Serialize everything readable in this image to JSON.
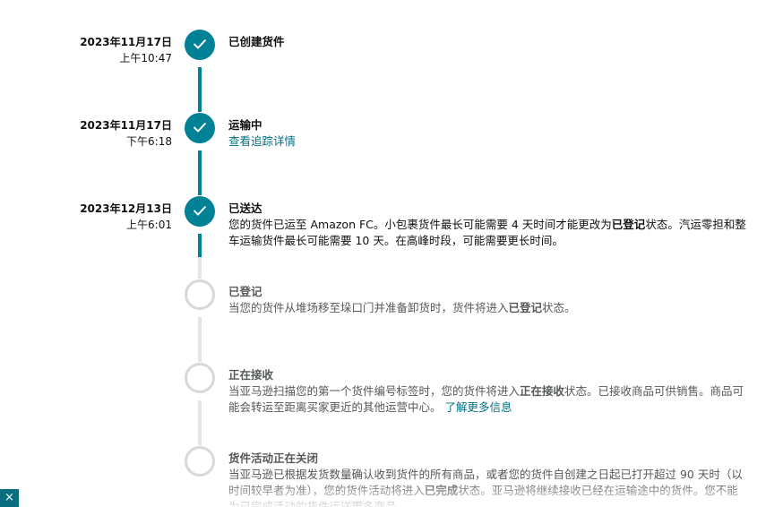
{
  "steps": [
    {
      "date": "2023年11月17日",
      "time": "上午10:47",
      "title": "已创建货件",
      "status": "done"
    },
    {
      "date": "2023年11月17日",
      "time": "下午6:18",
      "title": "运输中",
      "link": "查看追踪详情",
      "status": "done"
    },
    {
      "date": "2023年12月13日",
      "time": "上午6:01",
      "title": "已送达",
      "desc_p1": "您的货件已运至 Amazon FC。小包裹货件最长可能需要 4 天时间才能更改为",
      "desc_b1": "已登记",
      "desc_p2": "状态。汽运零担和整车运输货件最长可能需要 10 天。在高峰时段，可能需要更长时间。",
      "status": "done"
    },
    {
      "title": "已登记",
      "desc_p1": "当您的货件从堆场移至垛口门并准备卸货时，货件将进入",
      "desc_b1": "已登记",
      "desc_p2": "状态。",
      "status": "pending"
    },
    {
      "title": "正在接收",
      "desc_p1": "当亚马逊扫描您的第一个货件编号标签时，您的货件将进入",
      "desc_b1": "正在接收",
      "desc_p2": "状态。已接收商品可供销售。商品可能会转运至距离买家更近的其他运营中心。",
      "link": "了解更多信息",
      "status": "pending"
    },
    {
      "title": "货件活动正在关闭",
      "desc_p1": "当亚马逊已根据发货数量确认收到货件的所有商品，或者您的货件自创建之日起已打开超过 90 天时（以时间较早者为准），您的货件活动将进入",
      "desc_b1": "已完成",
      "desc_p2": "状态。亚马逊将继续接收已经在运输途中的货件。您不能为已完成活动的货件运送更多商品。",
      "status": "pending"
    }
  ],
  "close_button": "×",
  "colors": {
    "accent": "#008296",
    "pending_circle": "#d5d9d9",
    "link": "#007185"
  }
}
